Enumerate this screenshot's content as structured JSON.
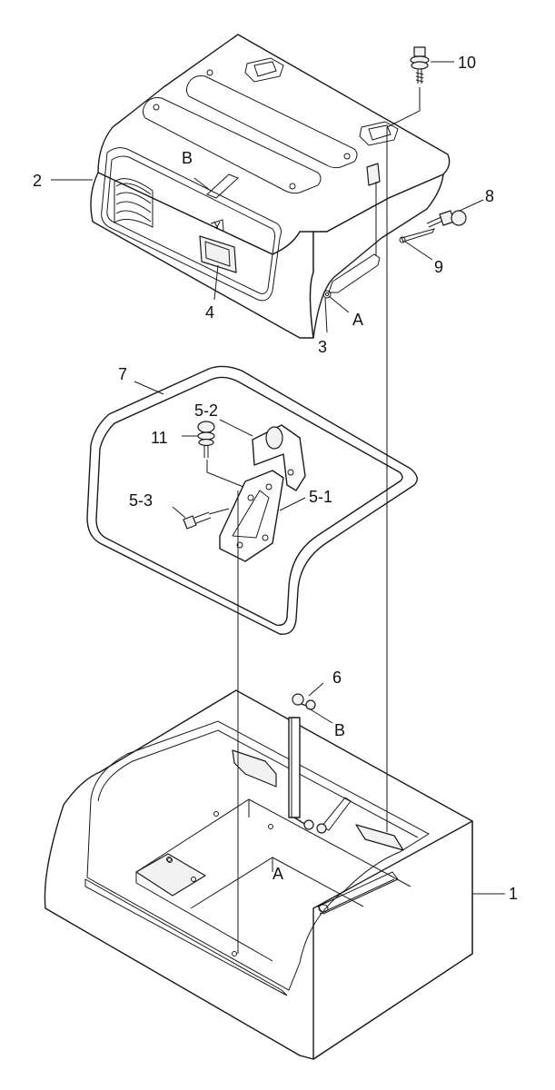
{
  "diagram": {
    "callouts": {
      "c1": "1",
      "c2": "2",
      "c3": "3",
      "c4": "4",
      "c5_1": "5-1",
      "c5_2": "5-2",
      "c5_3": "5-3",
      "c6": "6",
      "c7": "7",
      "c8": "8",
      "c9": "9",
      "c10": "10",
      "c11": "11",
      "refA_top": "A",
      "refA_base": "A",
      "refB_top": "B",
      "refB_strut": "B"
    },
    "colors": {
      "line": "#1a1a1a",
      "background": "#ffffff",
      "shade": "#f2f2f2"
    }
  }
}
